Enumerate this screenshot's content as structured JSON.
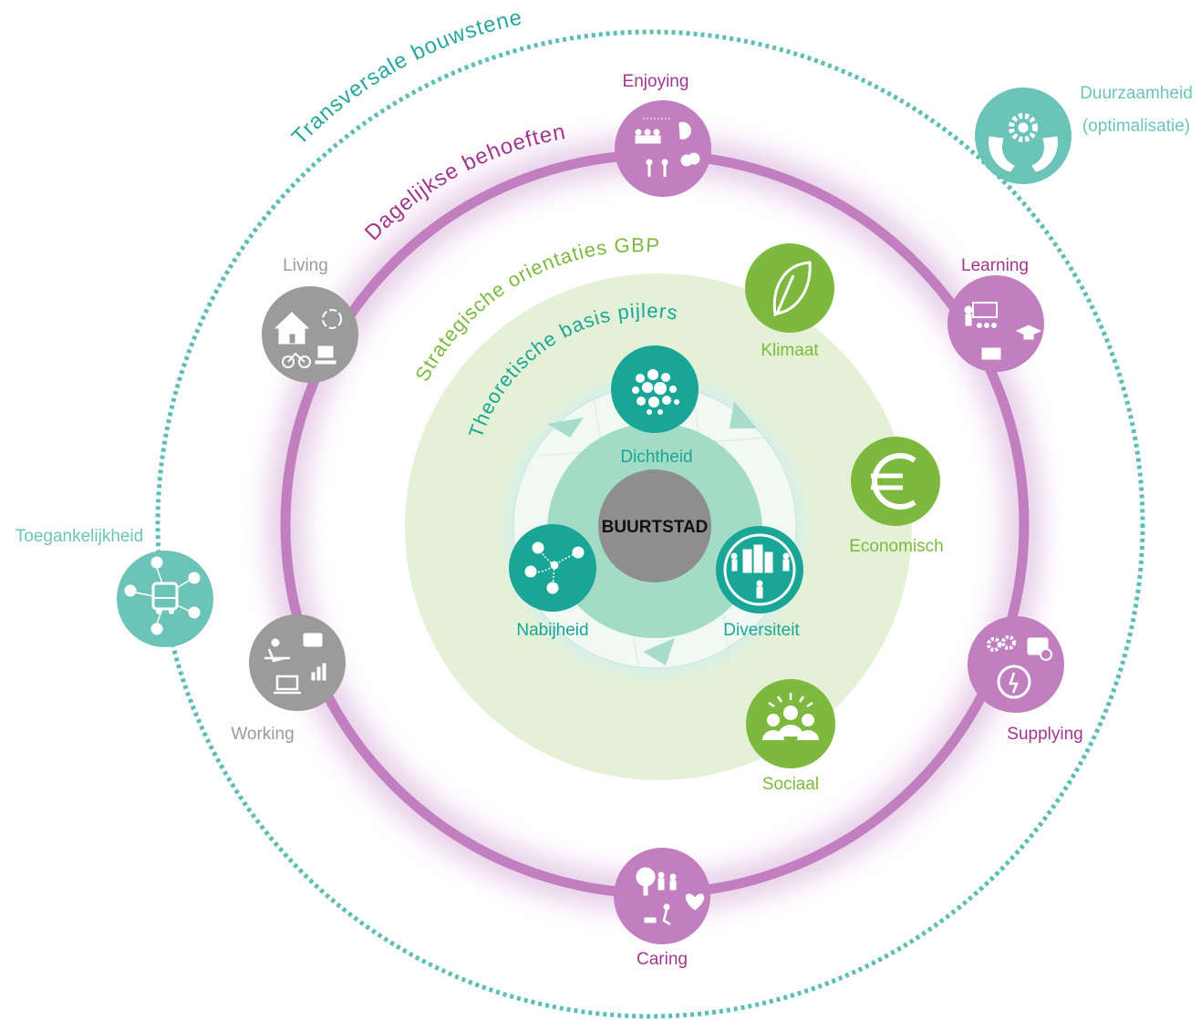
{
  "title_transversal": "Transversale bouwstenen",
  "title_dagelijkse": "Dagelijkse behoeften",
  "title_strategische": "Strategische orientaties GBP",
  "title_theoretische": "Theoretische basis pijlers",
  "center": "BUURTSTAD",
  "pillars": {
    "dichtheid": "Dichtheid",
    "nabijheid": "Nabijheid",
    "diversiteit": "Diversiteit"
  },
  "strategic": {
    "klimaat": "Klimaat",
    "economisch": "Economisch",
    "sociaal": "Sociaal"
  },
  "needs": {
    "enjoying": "Enjoying",
    "learning": "Learning",
    "supplying": "Supplying",
    "caring": "Caring",
    "working": "Working",
    "living": "Living"
  },
  "transversal": {
    "duurzaamheid_line1": "Duurzaamheid",
    "duurzaamheid_line2": "(optimalisatie)",
    "toegankelijkheid": "Toegankelijkheid"
  },
  "colors": {
    "teal_dotted": "#5cbfb3",
    "magenta_ring": "#c27fc0",
    "magenta_label": "#a0378f",
    "green": "#7cb93e",
    "green_light": "#e4f1d6",
    "teal_pillar": "#1aa696",
    "grey": "#9b9b9b",
    "center_grey": "#8e8e8e",
    "teal_transversal": "#6cc4b9"
  },
  "icons": {
    "enjoying": "people-dancing-palette-masks-icon",
    "learning": "teacher-graduation-book-icon",
    "supplying": "gears-shop-energy-icon",
    "caring": "tree-family-heart-icon",
    "working": "desk-briefcase-laptop-chart-icon",
    "living": "house-leaf-bike-cup-icon",
    "klimaat": "leaf-icon",
    "economisch": "euro-icon",
    "sociaal": "people-group-icon",
    "dichtheid": "dots-cluster-icon",
    "nabijheid": "map-pins-icon",
    "diversiteit": "city-people-icon",
    "duurzaamheid": "hands-gear-icon",
    "toegankelijkheid": "bus-network-icon"
  }
}
